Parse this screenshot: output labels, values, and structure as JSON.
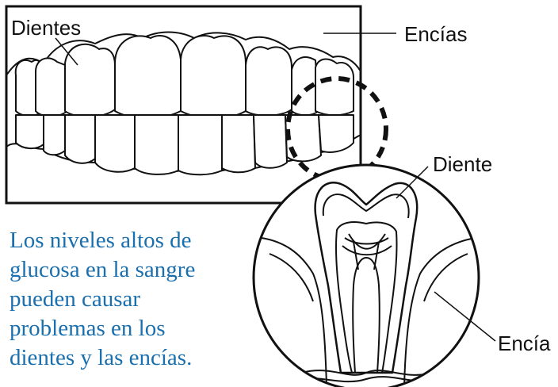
{
  "labels": {
    "teeth": "Dientes",
    "gums": "Encías",
    "tooth": "Diente",
    "gum": "Encía"
  },
  "caption": {
    "lines": [
      "Los niveles altos de",
      "glucosa en la sangre",
      "pueden causar",
      "problemas en los",
      "dientes y las encías."
    ],
    "color": "#1a6fae"
  },
  "colors": {
    "line": "#111111",
    "background": "#ffffff"
  }
}
